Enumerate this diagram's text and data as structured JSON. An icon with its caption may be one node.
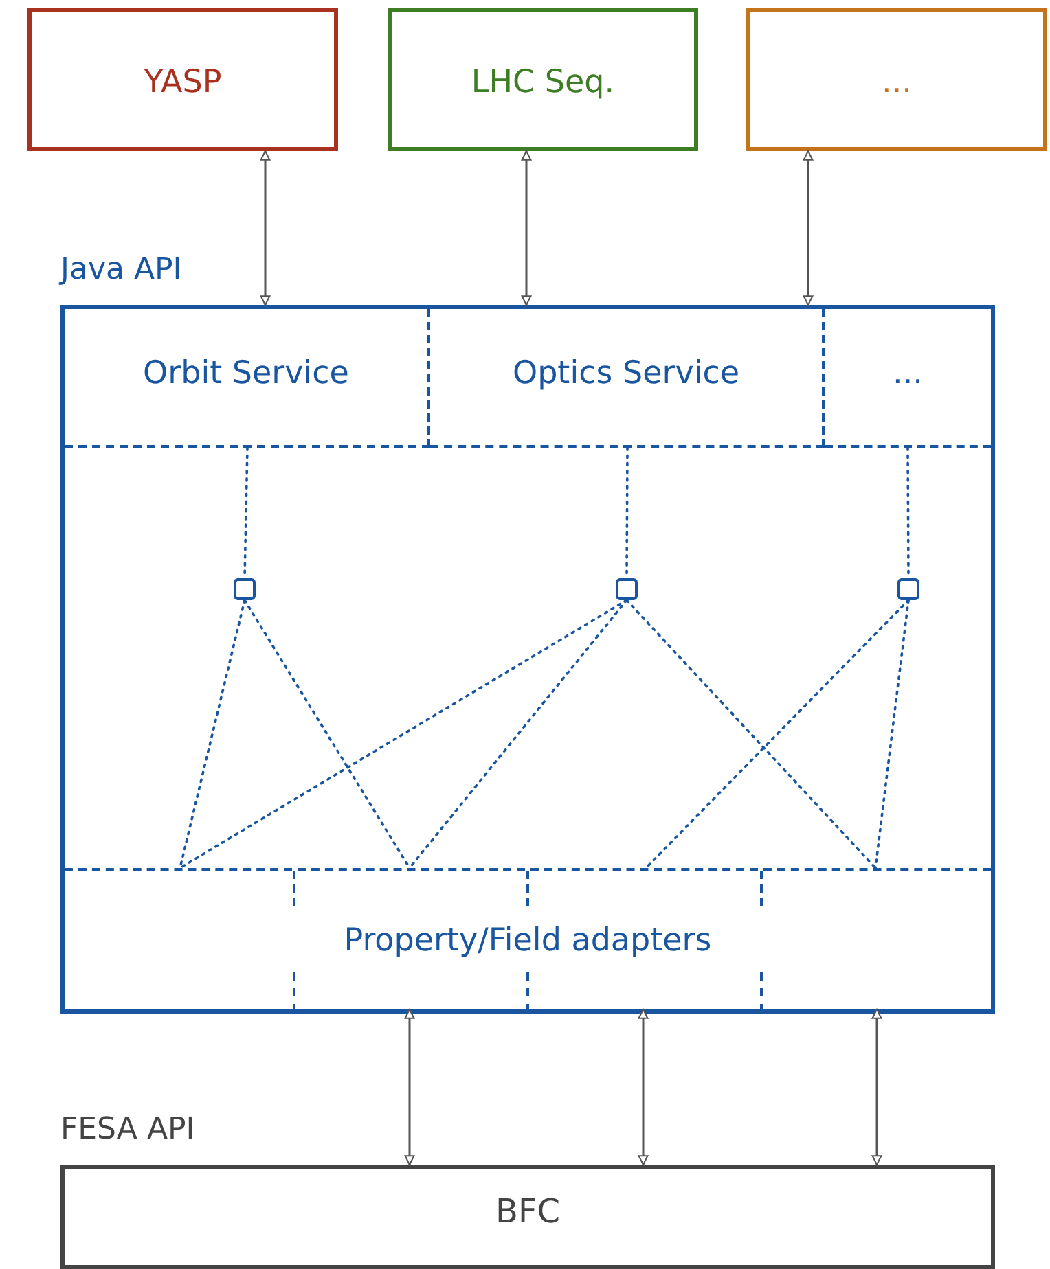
{
  "diagram": {
    "nodes": [
      {
        "text": [
          "YASP"
        ]
      },
      {
        "text": [
          "LHC Seq."
        ]
      },
      {
        "text": [
          "..."
        ]
      },
      {
        "text": [
          "Java API"
        ]
      },
      {
        "text": [
          "Orbit Service"
        ],
        "in": 3
      },
      {
        "text": [
          "Optics Service"
        ],
        "in": 3
      },
      {
        "text": [
          "..."
        ],
        "in": 3
      },
      {
        "text": [],
        "shape": "box",
        "in": 3
      },
      {
        "text": [],
        "shape": "box",
        "in": 3
      },
      {
        "text": [],
        "shape": "box",
        "in": 3
      },
      {
        "text": [
          "Property/Field adapters"
        ],
        "in": 3
      },
      {
        "text": [
          "FESA API",
          "BFC"
        ]
      }
    ],
    "edges": [
      {
        "from": 0,
        "to": 3,
        "arrow": "both",
        "color": "#555555"
      },
      {
        "from": 1,
        "to": 3,
        "arrow": "both",
        "color": "#555555"
      },
      {
        "from": 2,
        "to": 3,
        "arrow": "both",
        "color": "#555555"
      },
      {
        "from": 4,
        "to": 7,
        "arrow": "none",
        "style": "dashed"
      },
      {
        "from": 5,
        "to": 8,
        "arrow": "none",
        "style": "dashed"
      },
      {
        "from": 6,
        "to": 9,
        "arrow": "none",
        "style": "dashed"
      },
      {
        "from": 7,
        "to": 10,
        "arrow": "none",
        "style": "dashed"
      },
      {
        "from": 7,
        "to": 10,
        "arrow": "none",
        "style": "dashed"
      },
      {
        "from": 8,
        "to": 10,
        "arrow": "none",
        "style": "dashed"
      },
      {
        "from": 8,
        "to": 10,
        "arrow": "none",
        "style": "dashed"
      },
      {
        "from": 8,
        "to": 10,
        "arrow": "none",
        "style": "dashed"
      },
      {
        "from": 9,
        "to": 10,
        "arrow": "none",
        "style": "dashed"
      },
      {
        "from": 9,
        "to": 10,
        "arrow": "none",
        "style": "dashed"
      },
      {
        "from": 10,
        "to": 11,
        "arrow": "both",
        "color": "#555555"
      },
      {
        "from": 10,
        "to": 11,
        "arrow": "both",
        "color": "#555555"
      },
      {
        "from": 10,
        "to": 11,
        "arrow": "both",
        "color": "#555555"
      }
    ]
  }
}
